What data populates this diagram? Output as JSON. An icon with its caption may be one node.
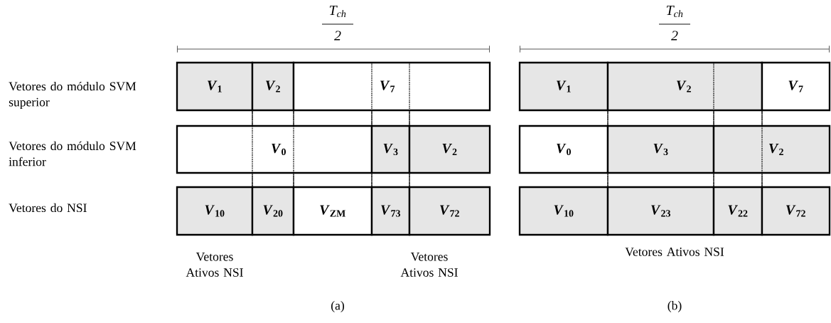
{
  "diagram": {
    "nodes": [
      {
        "text": [
          "*V*$_{1}$"
        ]
      },
      {
        "text": [
          "*V*$_{2}$"
        ]
      },
      {
        "text": [
          "*V*$_{7}$"
        ]
      },
      {
        "text": [
          "*V*$_{0}$"
        ]
      },
      {
        "text": [
          "*V*$_{3}$"
        ]
      },
      {
        "text": [
          "*V*$_{2}$"
        ]
      },
      {
        "text": [
          "*V*$_{10}$"
        ]
      },
      {
        "text": [
          "*V*$_{20}$"
        ]
      },
      {
        "text": [
          "*V*$_{ZM}$"
        ]
      },
      {
        "text": [
          "*V*$_{73}$"
        ]
      },
      {
        "text": [
          "*V*$_{72}$"
        ]
      },
      {
        "text": [
          "*V*$_{1}$"
        ]
      },
      {
        "text": [
          "*V*$_{2}$"
        ]
      },
      {
        "text": [
          "*V*$_{7}$"
        ]
      },
      {
        "text": [
          "*V*$_{0}$"
        ]
      },
      {
        "text": [
          "*V*$_{3}$"
        ]
      },
      {
        "text": [
          "*V*$_{2}$"
        ]
      },
      {
        "text": [
          "*V*$_{10}$"
        ]
      },
      {
        "text": [
          "*V*$_{23}$"
        ]
      },
      {
        "text": [
          "*V*$_{22}$"
        ]
      },
      {
        "text": [
          "*V*$_{72}$"
        ]
      }
    ],
    "labels": [
      "T$_{ch}$",
      "2",
      "T$_{ch}$",
      "2",
      "Vetores do módulo SVM superior",
      "Vetores do módulo SVM inferior",
      "Vetores do NSI",
      "Vetores Ativos NSI",
      "Vetores Ativos NSI",
      "Vetores Ativos NSI",
      "(a)",
      "(b)"
    ]
  }
}
